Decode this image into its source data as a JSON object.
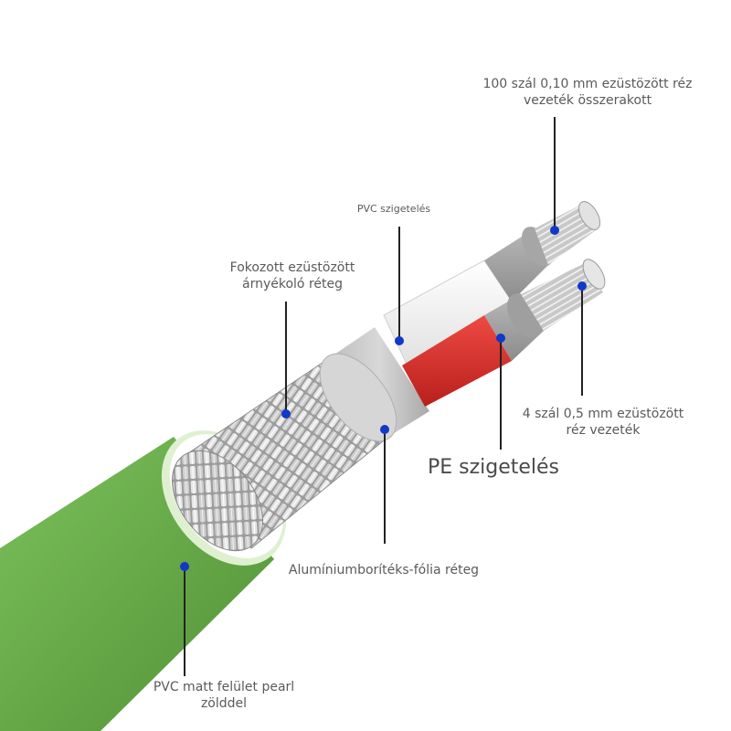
{
  "labels": {
    "copper_strands": "100 szál 0,10 mm ezüstözött réz vezeték összerakott",
    "pvc_insulation": "PVC szigetelés",
    "shield_layer": "Fokozott ezüstözött árnyékoló réteg",
    "silver_wire": "4 szál 0,5 mm ezüstözött réz vezeték",
    "pe_insulation": "PE szigetelés",
    "foil_layer": "Alumíniumborítéks-fólia réteg",
    "jacket": "PVC matt felület pearl zölddel"
  },
  "colors": {
    "jacket_green": "#6aa84f",
    "jacket_light": "#86c06a",
    "foil": "#c9c9c9",
    "white_insulation": "#f4f4f4",
    "red_insulation": "#d9302c",
    "marker_dot": "#1238c8",
    "leader_line": "#222222"
  }
}
